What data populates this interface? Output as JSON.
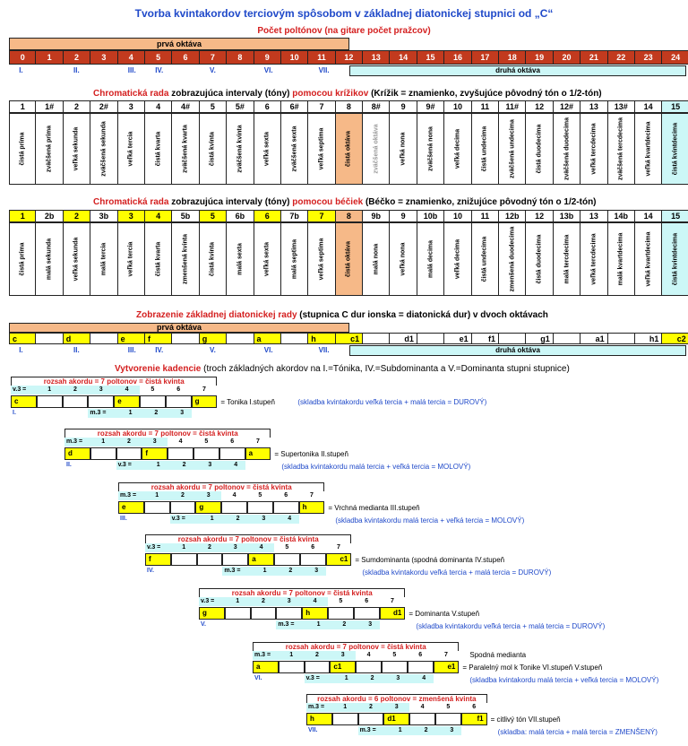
{
  "title": "Tvorba kvintakordov terciovým spôsobom v základnej diatonickej stupnici od „C“",
  "subtitle": "Počet poltónov (na gitare počet pražcov)",
  "octave1": "prvá oktáva",
  "octave2": "druhá oktáva",
  "semitones": [
    "0",
    "1",
    "2",
    "3",
    "4",
    "5",
    "6",
    "7",
    "8",
    "9",
    "10",
    "11",
    "12",
    "13",
    "14",
    "15",
    "16",
    "17",
    "18",
    "19",
    "20",
    "21",
    "22",
    "23",
    "24"
  ],
  "degree_marks": [
    {
      "col": 0,
      "t": "I."
    },
    {
      "col": 2,
      "t": "II."
    },
    {
      "col": 4,
      "t": "III."
    },
    {
      "col": 5,
      "t": "IV."
    },
    {
      "col": 7,
      "t": "V."
    },
    {
      "col": 9,
      "t": "VI."
    },
    {
      "col": 11,
      "t": "VII."
    }
  ],
  "sharp_heading_red": "Chromatická rada",
  "sharp_heading_mid": " zobrazujúca intervaly (tóny) ",
  "sharp_heading_red2": "pomocou krížikov",
  "sharp_heading_end": " (Krížik = znamienko, zvyšujúce pôvodný tón o 1/2-tón)",
  "sharp_nums": [
    "1",
    "1#",
    "2",
    "2#",
    "3",
    "4",
    "4#",
    "5",
    "5#",
    "6",
    "6#",
    "7",
    "8",
    "8#",
    "9",
    "9#",
    "10",
    "11",
    "11#",
    "12",
    "12#",
    "13",
    "13#",
    "14",
    "15"
  ],
  "sharp_names": [
    "čistá príma",
    "zväčšená príma",
    "veľká sekunda",
    "zväčšená sekunda",
    "veľká tercia",
    "čistá kvarta",
    "zväčšená kvarta",
    "čistá kvinta",
    "zväčšená kvinta",
    "veľká sexta",
    "zväčšená sexta",
    "veľká septima",
    "čistá oktáva",
    "zväčšená oktáva",
    "veľká nona",
    "zväčšená nona",
    "veľká decima",
    "čistá undecima",
    "zväčšená undecima",
    "čistá duodecima",
    "zväčšená duodecima",
    "veľká tercdecima",
    "zväčšená tercdecima",
    "veľká kvartdecima",
    "čistá kvintdecima"
  ],
  "flat_heading_red": "Chromatická rada",
  "flat_heading_mid": " zobrazujúca intervaly (tóny) ",
  "flat_heading_red2": "pomocou béčiek",
  "flat_heading_end": " (Béčko = znamienko, znižujúce pôvodný tón o 1/2-tón)",
  "flat_nums": [
    "1",
    "2b",
    "2",
    "3b",
    "3",
    "4",
    "5b",
    "5",
    "6b",
    "6",
    "7b",
    "7",
    "8",
    "9b",
    "9",
    "10b",
    "10",
    "11",
    "12b",
    "12",
    "13b",
    "13",
    "14b",
    "14",
    "15"
  ],
  "flat_names": [
    "čistá príma",
    "malá sekunda",
    "veľká sekunda",
    "malá tercia",
    "veľká tercia",
    "čistá kvarta",
    "zmenšená kvinta",
    "čistá kvinta",
    "malá sexta",
    "veľká sexta",
    "malá septima",
    "veľká septima",
    "čistá oktáva",
    "malá nona",
    "veľká nona",
    "malá decima",
    "veľká decima",
    "čistá undecima",
    "zmenšená duodecima",
    "čistá duodecima",
    "malá tercdecima",
    "veľká tercdecima",
    "malá kvartdecima",
    "veľká kvartdecima",
    "čistá kvintdecima"
  ],
  "diat_heading_red": "Zobrazenie základnej diatonickej rady",
  "diat_heading_end": " (stupnica C dur ionska = diatonická dur) v dvoch oktávach",
  "diat_notes": [
    "c",
    "",
    "d",
    "",
    "e",
    "f",
    "",
    "g",
    "",
    "a",
    "",
    "h",
    "c1",
    "",
    "d1",
    "",
    "e1",
    "f1",
    "",
    "g1",
    "",
    "a1",
    "",
    "h1",
    "c2"
  ],
  "kad_heading_red": "Vytvorenie kadencie",
  "kad_heading_end": " (troch základných akordov na I.=Tónika, IV.=Subdominanta a V.=Dominanta stupni stupnice)",
  "chords": [
    {
      "title": "rozsah akordu = 7 poltonov = čistá kvinta",
      "top": "v.3 =",
      "bot": "m.3 =",
      "n1": "c",
      "n2": "e",
      "n3": "g",
      "roman": "I.",
      "desc": "= Tonika I.stupeň",
      "desc2": "(skladba kvintakordu veľká tercia + malá tercia = DUROVÝ)"
    },
    {
      "title": "rozsah akordu = 7 poltonov = čistá kvinta",
      "top": "m.3 =",
      "bot": "v.3 =",
      "n1": "d",
      "n2": "f",
      "n3": "a",
      "roman": "II.",
      "desc": "= Supertonika II.stupeň",
      "desc2": "(skladba kvintakordu malá tercia + veľká tercia = MOLOVÝ)"
    },
    {
      "title": "rozsah akordu = 7 poltonov = čistá kvinta",
      "top": "m.3 =",
      "bot": "v.3 =",
      "n1": "e",
      "n2": "g",
      "n3": "h",
      "roman": "III.",
      "desc": "= Vrchná medianta III.stupeň",
      "desc2": "(skladba kvintakordu malá tercia + veľká tercia = MOLOVÝ)"
    },
    {
      "title": "rozsah akordu = 7 poltonov = čistá kvinta",
      "top": "v.3 =",
      "bot": "m.3 =",
      "n1": "f",
      "n2": "a",
      "n3": "c1",
      "roman": "IV.",
      "desc": "= Sumdominanta (spodná dominanta IV.stupeň",
      "desc2": "(skladba kvintakordu veľká tercia + malá tercia = DUROVÝ)"
    },
    {
      "title": "rozsah akordu = 7 poltonov = čistá kvinta",
      "top": "v.3 =",
      "bot": "m.3 =",
      "n1": "g",
      "n2": "h",
      "n3": "d1",
      "roman": "V.",
      "desc": "= Dominanta V.stupeň",
      "desc2": "(skladba kvintakordu veľká tercia + malá tercia = DUROVÝ)"
    },
    {
      "title": "rozsah akordu = 7 poltonov = čistá kvinta",
      "top": "m.3 =",
      "bot": "v.3 =",
      "n1": "a",
      "n2": "c1",
      "n3": "e1",
      "roman": "VI.",
      "desc0": "Spodná medianta",
      "desc": "= Paralelný mol k Tonike VI.stupeň V.stupeň",
      "desc2": "(skladba kvintakordu malá tercia + veľká tercia = MOLOVÝ)"
    },
    {
      "title": "rozsah akordu = 6 poltonov = zmenšená kvinta",
      "top": "m.3 =",
      "bot": "m.3 =",
      "n1": "h",
      "n2": "d1",
      "n3": "f1",
      "roman": "VII.",
      "desc": "= citlivý tón VII.stupeň",
      "desc2": "(skladba: malá tercia + malá tercia = ZMENŠENÝ)"
    }
  ],
  "scale_nums_7": [
    "1",
    "2",
    "3",
    "4",
    "5",
    "6",
    "7"
  ],
  "scale_nums_6": [
    "1",
    "2",
    "3",
    "4",
    "5",
    "6"
  ],
  "bot_nums_3": [
    "1",
    "2",
    "3"
  ],
  "bot_nums_4": [
    "1",
    "2",
    "3",
    "4"
  ]
}
